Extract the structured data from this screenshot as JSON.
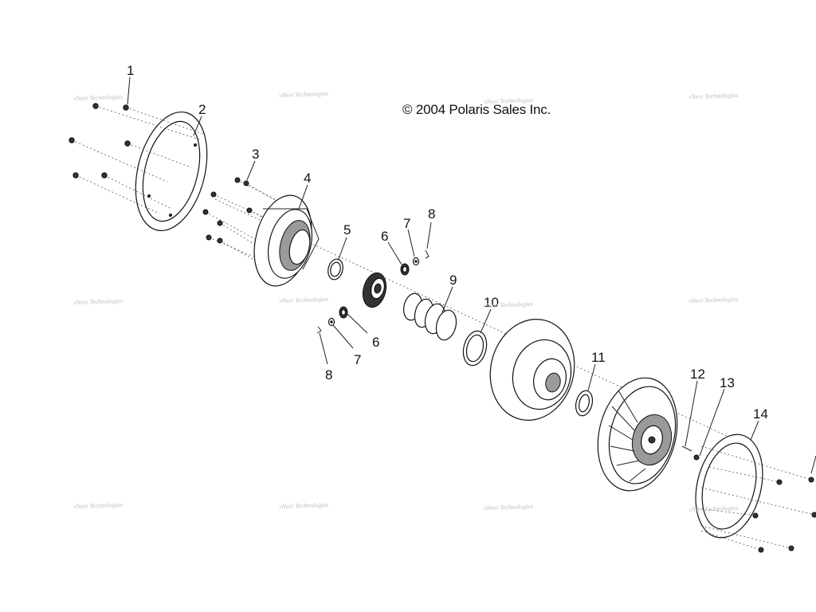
{
  "copyright": "© 2004 Polaris Sales Inc.",
  "watermark": "vNext Technologies",
  "callouts": [
    {
      "id": "c1",
      "label": "1"
    },
    {
      "id": "c2",
      "label": "2"
    },
    {
      "id": "c3",
      "label": "3"
    },
    {
      "id": "c4",
      "label": "4"
    },
    {
      "id": "c5",
      "label": "5"
    },
    {
      "id": "c6a",
      "label": "6"
    },
    {
      "id": "c7a",
      "label": "7"
    },
    {
      "id": "c8a",
      "label": "8"
    },
    {
      "id": "c9",
      "label": "9"
    },
    {
      "id": "c10",
      "label": "10"
    },
    {
      "id": "c6b",
      "label": "6"
    },
    {
      "id": "c7b",
      "label": "7"
    },
    {
      "id": "c8b",
      "label": "8"
    },
    {
      "id": "c11",
      "label": "11"
    },
    {
      "id": "c12",
      "label": "12"
    },
    {
      "id": "c13",
      "label": "13"
    },
    {
      "id": "c14",
      "label": "14"
    }
  ]
}
